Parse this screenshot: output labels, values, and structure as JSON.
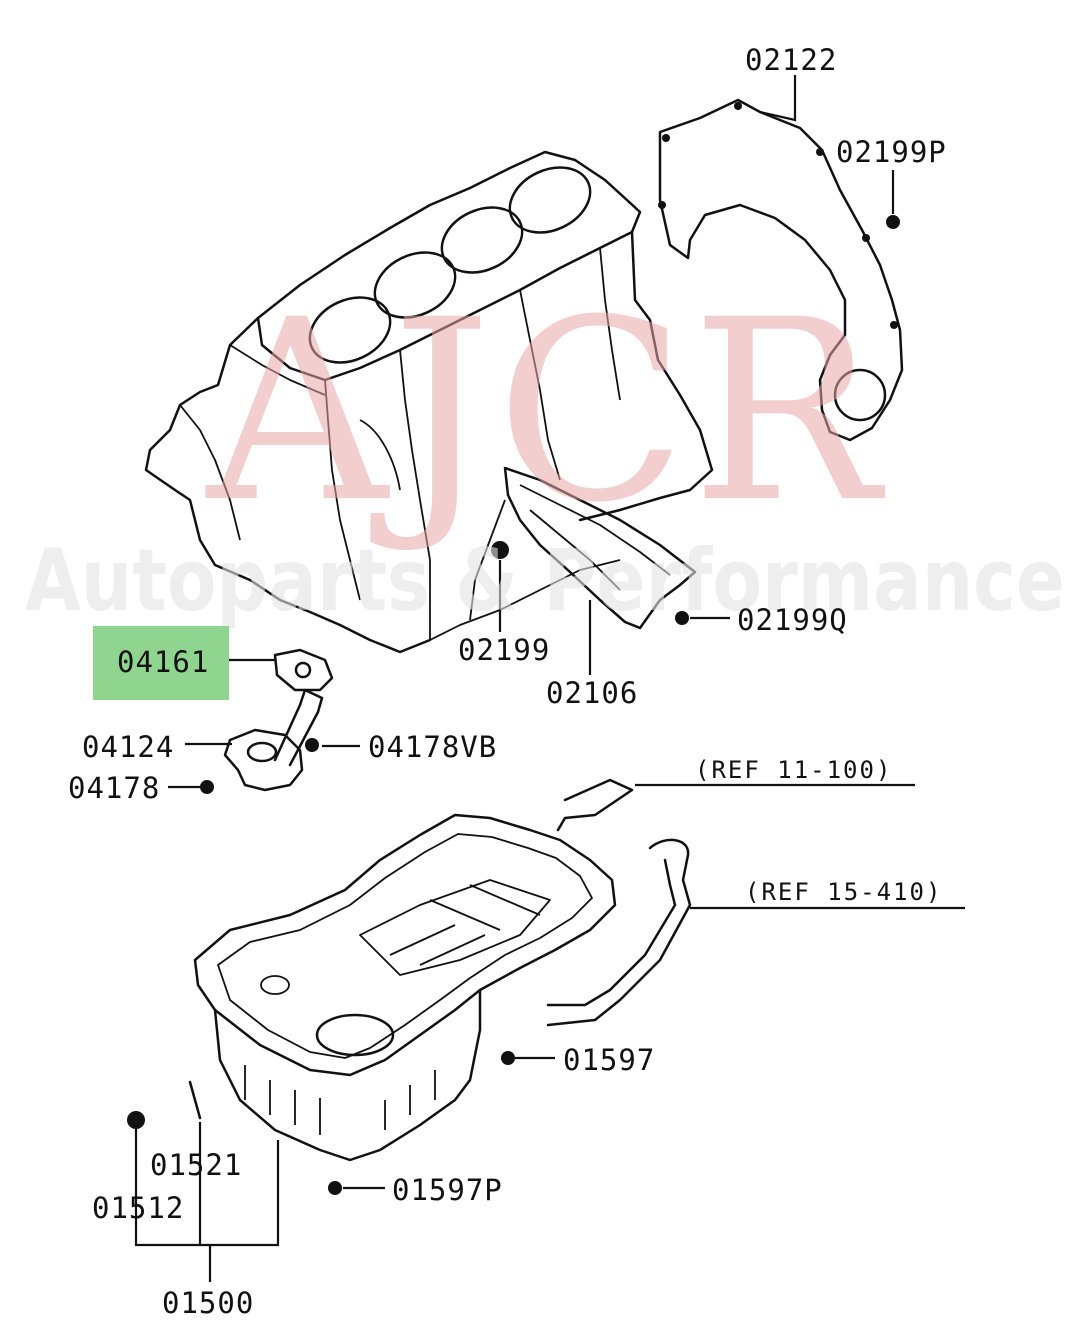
{
  "watermark": {
    "brand": "AJCR",
    "tagline": "Autoparts & Performance"
  },
  "highlight_color": "#8fd48f",
  "highlighted_part": "04161",
  "parts": {
    "p02122": "02122",
    "p02199P": "02199P",
    "p02199": "02199",
    "p02199Q": "02199Q",
    "p02106": "02106",
    "p04161": "04161",
    "p04124": "04124",
    "p04178VB": "04178VB",
    "p04178": "04178",
    "p01597": "01597",
    "p01521": "01521",
    "p01512": "01512",
    "p01597P": "01597P",
    "p01500": "01500"
  },
  "references": {
    "ref_11_100": "(REF 11-100)",
    "ref_15_410": "(REF 15-410)"
  }
}
